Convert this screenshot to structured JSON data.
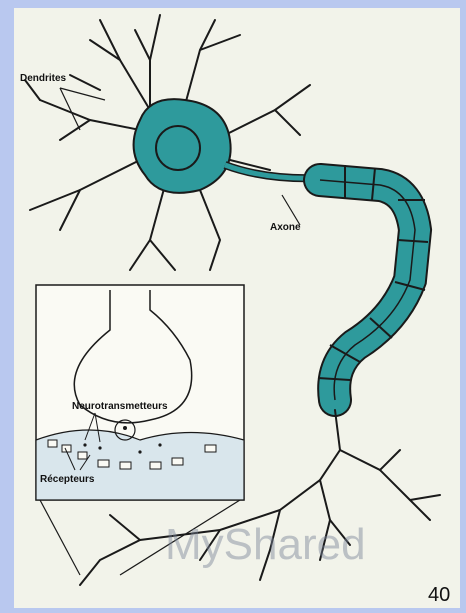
{
  "labels": {
    "dendrites": "Dendrites",
    "axon": "Axone",
    "neurotransmitters": "Neurotransmetteurs",
    "receptors": "Récepteurs"
  },
  "watermark": "MyShared",
  "page_number": "40",
  "colors": {
    "background": "#b9c8ef",
    "panel": "#f2f3ea",
    "neuron_fill": "#2e9a9c",
    "ink": "#111111"
  }
}
